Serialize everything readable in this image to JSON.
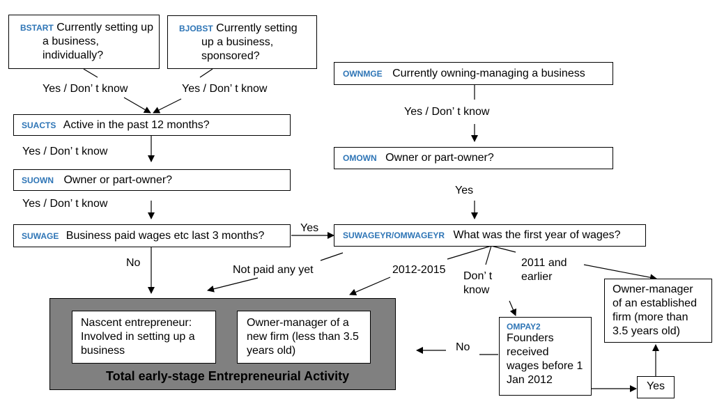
{
  "nodes": {
    "bstart": {
      "code": "BSTART",
      "text": "Currently setting up a business, individually?"
    },
    "bjobst": {
      "code": "BJOBST",
      "text": "Currently setting up a business, sponsored?"
    },
    "suacts": {
      "code": "SUACTS",
      "text": "Active in the past 12 months?"
    },
    "suown": {
      "code": "SUOWN",
      "text": "Owner or part-owner?"
    },
    "suwage": {
      "code": "SUWAGE",
      "text": "Business paid wages etc last 3 months?"
    },
    "ownmge": {
      "code": "OWNMGE",
      "text": "Currently owning-managing a business"
    },
    "omown": {
      "code": "OMOWN",
      "text": "Owner or part-owner?"
    },
    "suwageyr": {
      "code": "SUWAGEYR/OMWAGEYR",
      "text": "What was the first year of wages?"
    },
    "ompay2": {
      "code": "OMPAY2",
      "text": "Founders received wages before 1 Jan 2012"
    },
    "established": {
      "text": "Owner-manager of an established firm (more than 3.5 years old)"
    },
    "nascent": {
      "text": "Nascent entrepreneur: Involved in setting up a business"
    },
    "newfirm": {
      "text": "Owner-manager of a new firm (less than 3.5 years old)"
    },
    "yes_box": {
      "text": "Yes"
    },
    "tea_title": "Total early-stage Entrepreneurial Activity"
  },
  "edge_labels": {
    "bstart_yes": "Yes / Don’ t know",
    "bjobst_yes": "Yes / Don’ t know",
    "suacts_yes": "Yes / Don’ t know",
    "suown_yes": "Yes / Don’ t know",
    "ownmge_yes": "Yes / Don’ t know",
    "omown_yes": "Yes",
    "suwage_yes": "Yes",
    "suwage_no": "No",
    "not_paid": "Not paid any yet",
    "y2012": "2012-2015",
    "dont_know": "Don’ t know",
    "y2011": "2011 and earlier",
    "ompay2_no": "No"
  }
}
